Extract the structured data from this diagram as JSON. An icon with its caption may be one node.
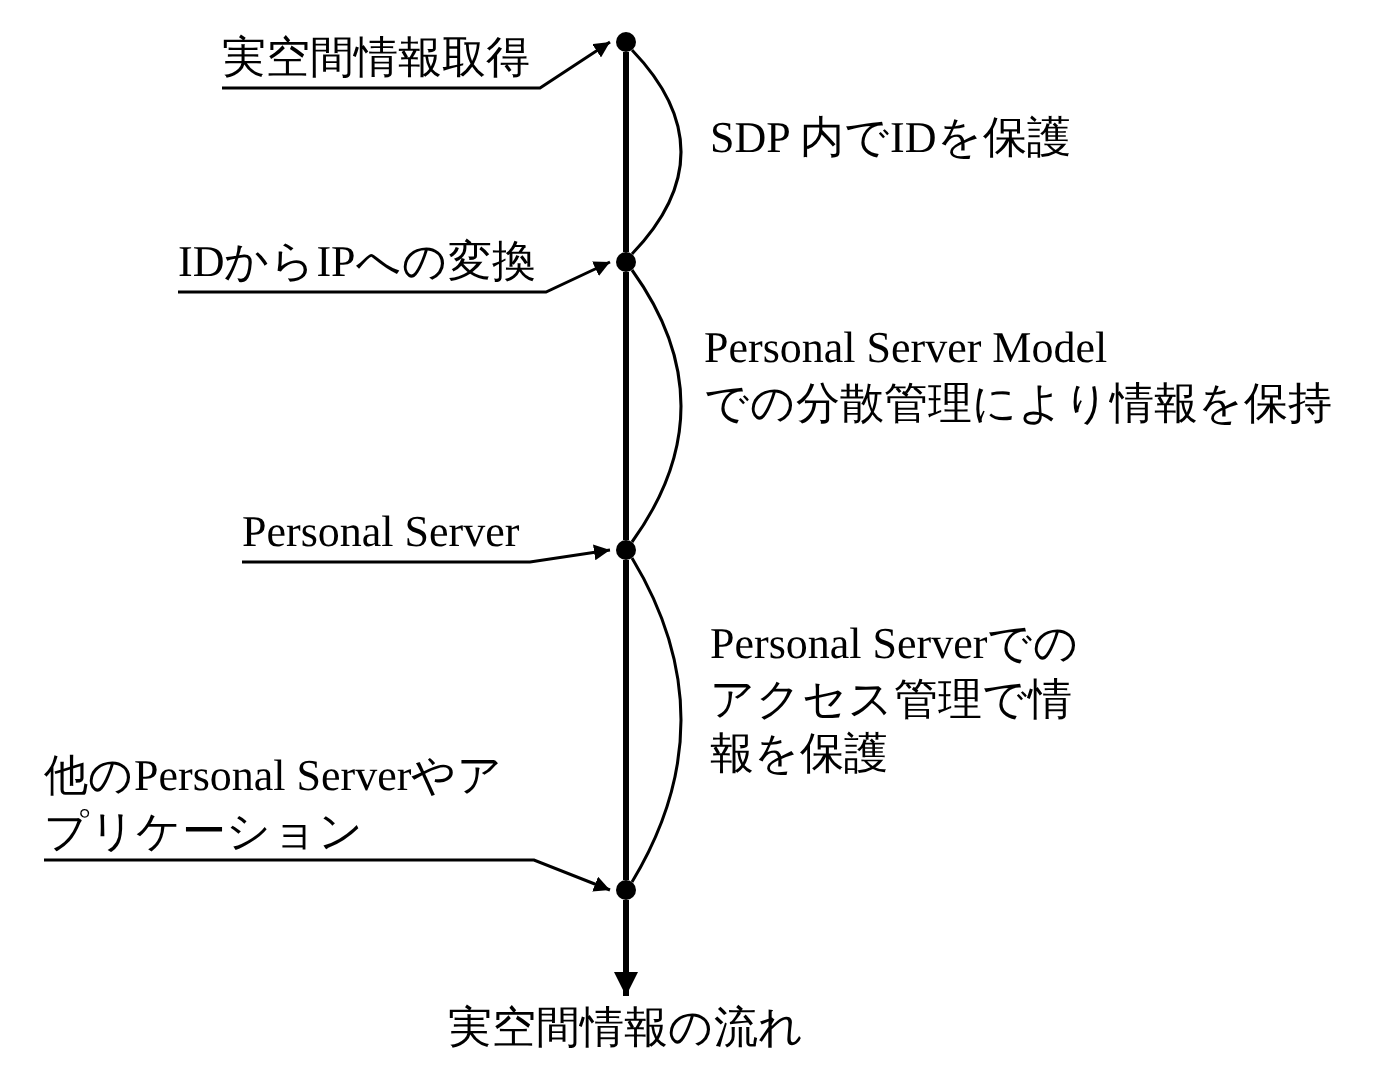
{
  "diagram": {
    "nodes": [
      {
        "text": [
          "実空間情報取得"
        ]
      },
      {
        "text": [],
        "shape": "circle"
      },
      {
        "text": [
          "IDからIPへの変換"
        ]
      },
      {
        "text": [],
        "shape": "circle"
      },
      {
        "text": [
          "Personal Server"
        ]
      },
      {
        "text": [],
        "shape": "circle"
      },
      {
        "text": [
          "他のPersonal Serverやアプリケーション"
        ]
      },
      {
        "text": [],
        "shape": "circle"
      },
      {
        "text": [
          "実空間情報の流れ"
        ]
      }
    ],
    "edges": [
      {
        "from": 0,
        "to": 1,
        "arrow": "to"
      },
      {
        "from": 2,
        "to": 3,
        "arrow": "to"
      },
      {
        "from": 4,
        "to": 5,
        "arrow": "to"
      },
      {
        "from": 6,
        "to": 7,
        "arrow": "to"
      },
      {
        "from": 1,
        "to": 3,
        "arrow": "none",
        "style": "thick"
      },
      {
        "from": 3,
        "to": 5,
        "arrow": "none",
        "style": "thick"
      },
      {
        "from": 5,
        "to": 7,
        "arrow": "none",
        "style": "thick"
      },
      {
        "from": 7,
        "to": 8,
        "arrow": "to",
        "style": "thick"
      },
      {
        "from": 1,
        "to": 3,
        "arrow": "none",
        "label": "SDP 内でIDを保護"
      },
      {
        "from": 3,
        "to": 5,
        "arrow": "none",
        "label": "Personal Server Model での分散管理により情報を保持"
      },
      {
        "from": 5,
        "to": 7,
        "arrow": "none",
        "label": "Personal Serverでのアクセス管理で情報を保護"
      }
    ]
  }
}
